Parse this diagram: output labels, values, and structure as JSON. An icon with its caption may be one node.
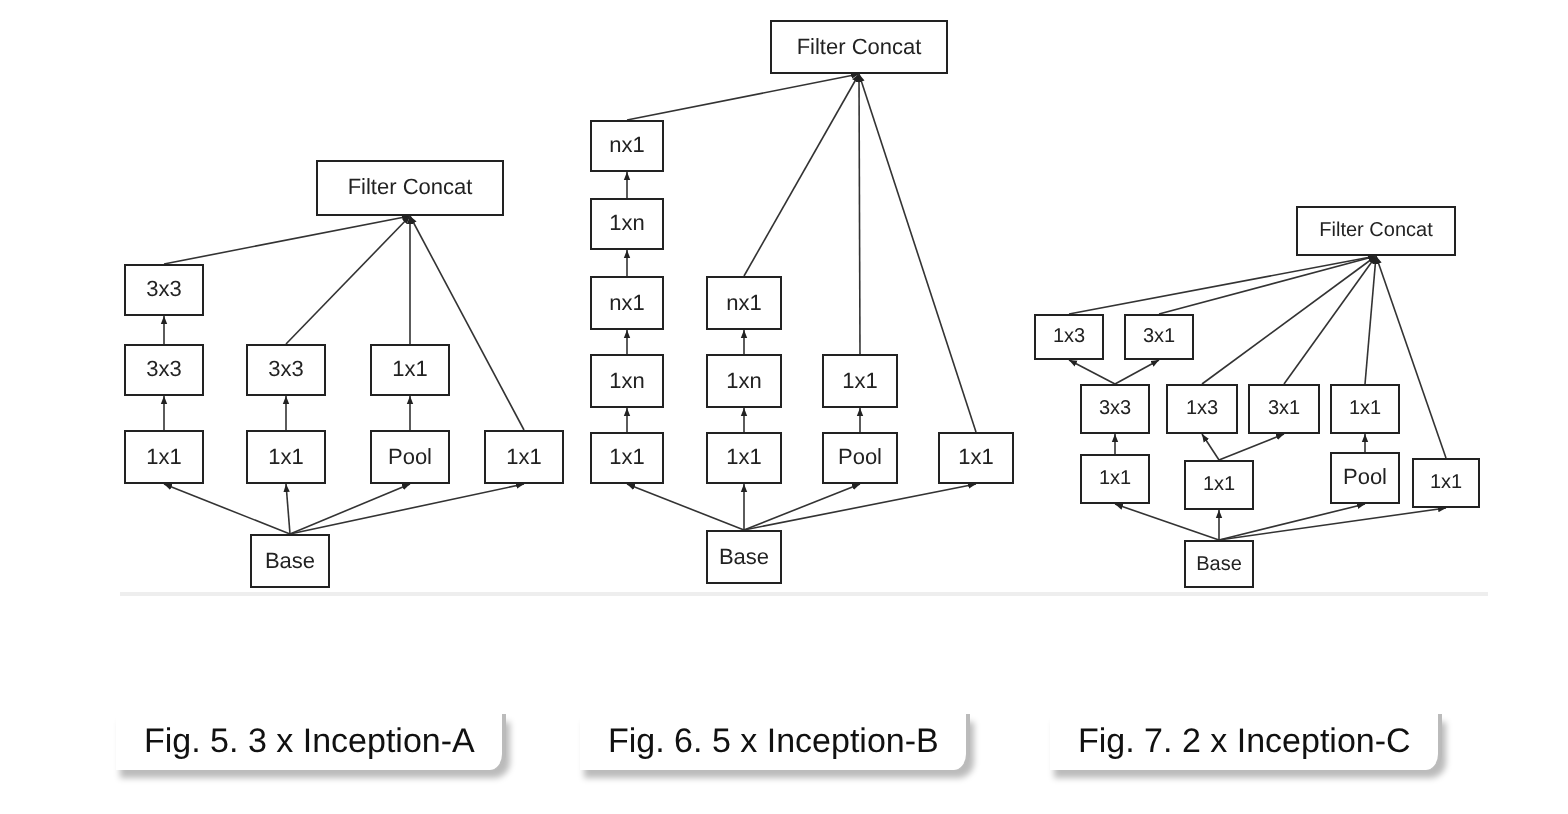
{
  "diagram": {
    "nodes": [
      {
        "text": [
          "Filter Concat"
        ]
      },
      {
        "text": [
          "3x3"
        ]
      },
      {
        "text": [
          "3x3"
        ]
      },
      {
        "text": [
          "3x3"
        ]
      },
      {
        "text": [
          "1x1"
        ]
      },
      {
        "text": [
          "1x1"
        ]
      },
      {
        "text": [
          "1x1"
        ]
      },
      {
        "text": [
          "Pool"
        ]
      },
      {
        "text": [
          "1x1"
        ]
      },
      {
        "text": [
          "Base"
        ]
      },
      {
        "text": [
          "Filter Concat"
        ]
      },
      {
        "text": [
          "nx1"
        ]
      },
      {
        "text": [
          "1xn"
        ]
      },
      {
        "text": [
          "nx1"
        ]
      },
      {
        "text": [
          "1xn"
        ]
      },
      {
        "text": [
          "1x1"
        ]
      },
      {
        "text": [
          "nx1"
        ]
      },
      {
        "text": [
          "1xn"
        ]
      },
      {
        "text": [
          "1x1"
        ]
      },
      {
        "text": [
          "1x1"
        ]
      },
      {
        "text": [
          "Pool"
        ]
      },
      {
        "text": [
          "1x1"
        ]
      },
      {
        "text": [
          "Base"
        ]
      },
      {
        "text": [
          "Filter Concat"
        ]
      },
      {
        "text": [
          "1x3"
        ]
      },
      {
        "text": [
          "3x1"
        ]
      },
      {
        "text": [
          "3x3"
        ]
      },
      {
        "text": [
          "1x3"
        ]
      },
      {
        "text": [
          "3x1"
        ]
      },
      {
        "text": [
          "1x1"
        ]
      },
      {
        "text": [
          "1x1"
        ]
      },
      {
        "text": [
          "1x1"
        ]
      },
      {
        "text": [
          "Pool"
        ]
      },
      {
        "text": [
          "1x1"
        ]
      },
      {
        "text": [
          "Base"
        ]
      }
    ],
    "edges": [
      {
        "from": 9,
        "to": 5,
        "arrow": "to"
      },
      {
        "from": 9,
        "to": 6,
        "arrow": "to"
      },
      {
        "from": 9,
        "to": 7,
        "arrow": "to"
      },
      {
        "from": 9,
        "to": 8,
        "arrow": "to"
      },
      {
        "from": 5,
        "to": 2,
        "arrow": "to"
      },
      {
        "from": 2,
        "to": 1,
        "arrow": "to"
      },
      {
        "from": 6,
        "to": 3,
        "arrow": "to"
      },
      {
        "from": 7,
        "to": 4,
        "arrow": "to"
      },
      {
        "from": 1,
        "to": 0,
        "arrow": "to"
      },
      {
        "from": 3,
        "to": 0,
        "arrow": "to"
      },
      {
        "from": 4,
        "to": 0,
        "arrow": "to"
      },
      {
        "from": 8,
        "to": 0,
        "arrow": "to"
      },
      {
        "from": 22,
        "to": 15,
        "arrow": "to"
      },
      {
        "from": 22,
        "to": 18,
        "arrow": "to"
      },
      {
        "from": 22,
        "to": 20,
        "arrow": "to"
      },
      {
        "from": 22,
        "to": 21,
        "arrow": "to"
      },
      {
        "from": 15,
        "to": 14,
        "arrow": "to"
      },
      {
        "from": 14,
        "to": 13,
        "arrow": "to"
      },
      {
        "from": 13,
        "to": 12,
        "arrow": "to"
      },
      {
        "from": 12,
        "to": 11,
        "arrow": "to"
      },
      {
        "from": 18,
        "to": 17,
        "arrow": "to"
      },
      {
        "from": 17,
        "to": 16,
        "arrow": "to"
      },
      {
        "from": 20,
        "to": 19,
        "arrow": "to"
      },
      {
        "from": 11,
        "to": 10,
        "arrow": "to"
      },
      {
        "from": 16,
        "to": 10,
        "arrow": "to"
      },
      {
        "from": 19,
        "to": 10,
        "arrow": "to"
      },
      {
        "from": 21,
        "to": 10,
        "arrow": "to"
      },
      {
        "from": 34,
        "to": 30,
        "arrow": "to"
      },
      {
        "from": 34,
        "to": 31,
        "arrow": "to"
      },
      {
        "from": 34,
        "to": 32,
        "arrow": "to"
      },
      {
        "from": 34,
        "to": 33,
        "arrow": "to"
      },
      {
        "from": 30,
        "to": 26,
        "arrow": "to"
      },
      {
        "from": 26,
        "to": 24,
        "arrow": "to"
      },
      {
        "from": 26,
        "to": 25,
        "arrow": "to"
      },
      {
        "from": 31,
        "to": 27,
        "arrow": "to"
      },
      {
        "from": 31,
        "to": 28,
        "arrow": "to"
      },
      {
        "from": 32,
        "to": 29,
        "arrow": "to"
      },
      {
        "from": 24,
        "to": 23,
        "arrow": "to"
      },
      {
        "from": 25,
        "to": 23,
        "arrow": "to"
      },
      {
        "from": 27,
        "to": 23,
        "arrow": "to"
      },
      {
        "from": 28,
        "to": 23,
        "arrow": "to"
      },
      {
        "from": 29,
        "to": 23,
        "arrow": "to"
      },
      {
        "from": 33,
        "to": 23,
        "arrow": "to"
      }
    ],
    "labels": [
      "Fig. 5. 3 x Inception-A",
      "Fig. 6. 5 x Inception-B",
      "Fig. 7. 2 x Inception-C"
    ]
  }
}
